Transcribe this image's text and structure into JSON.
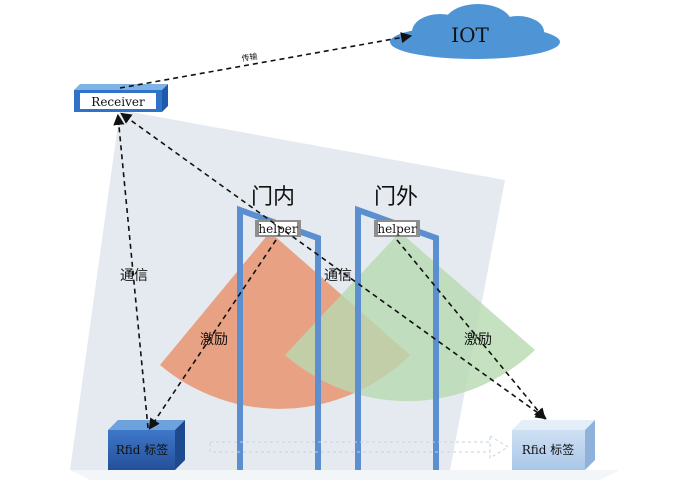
{
  "cloud": {
    "label": "IOT"
  },
  "receiver": {
    "label": "Receiver"
  },
  "transfer_label": "传输",
  "doors": {
    "inside": "门内",
    "outside": "门外"
  },
  "helpers": {
    "left": "helper",
    "right": "helper"
  },
  "edges": {
    "comm_left": "通信",
    "comm_right": "通信",
    "excite_left": "激励",
    "excite_right": "激励"
  },
  "tags": {
    "left": "Rfid 标签",
    "right": "Rfid 标签"
  },
  "colors": {
    "cloud": "#4f95d6",
    "receiver": "#2f73c8",
    "tag_box": "#2c63b5",
    "door_frame": "#5b8fd0",
    "helper_box": "#8e8e8e",
    "coverage": "#dbe2ea",
    "excite_left_fan": "#ea9470",
    "excite_right_fan": "#b7dab0"
  }
}
